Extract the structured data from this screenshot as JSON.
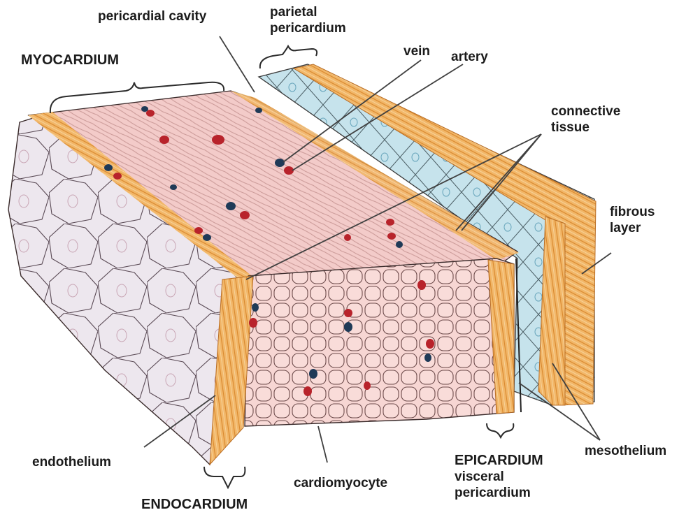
{
  "diagram": {
    "labels": {
      "pericardial_cavity": "pericardial cavity",
      "parietal_pericardium": [
        "parietal",
        "pericardium"
      ],
      "myocardium": "MYOCARDIUM",
      "vein": "vein",
      "artery": "artery",
      "connective_tissue": [
        "connective",
        "tissue"
      ],
      "fibrous_layer": [
        "fibrous",
        "layer"
      ],
      "endothelium": "endothelium",
      "cardiomyocyte": "cardiomyocyte",
      "endocardium": "ENDOCARDIUM",
      "epicardium": [
        "EPICARDIUM",
        "visceral",
        "pericardium"
      ],
      "mesothelium": "mesothelium"
    },
    "colors": {
      "myocardium_pink": "#f2c8c8",
      "muscle_cells": "#f7d6d3",
      "endothelium_surface": "#ece8ee",
      "connective_orange": "#f0b060",
      "mesothelium_blue": "#bfe0ea",
      "artery_red": "#b8232b",
      "vein_blue": "#1f3a57",
      "outline": "#3a2b2b",
      "leader": "#404040"
    }
  }
}
